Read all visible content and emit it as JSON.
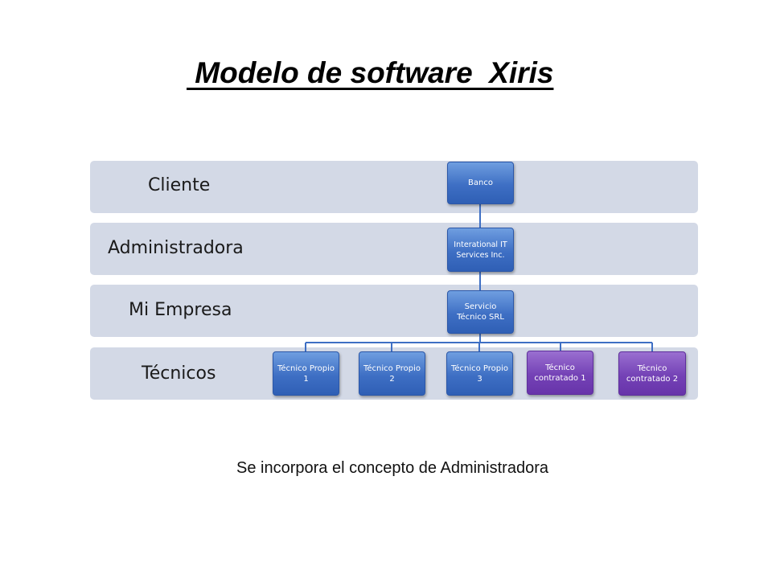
{
  "title": " Modelo de software  Xiris",
  "bands": [
    {
      "label": "Cliente"
    },
    {
      "label": "Administradora"
    },
    {
      "label": "Mi Empresa"
    },
    {
      "label": "Técnicos"
    }
  ],
  "nodes": {
    "banco": "Banco",
    "admin": "Interational IT Services Inc.",
    "empresa": "Servicio Técnico SRL",
    "tecnicos": [
      "Técnico Propio 1",
      "Técnico Propio 2",
      "Técnico Propio 3",
      "Técnico contratado 1",
      "Técnico contratado 2"
    ]
  },
  "subtitle": "Se incorpora el concepto de Administradora",
  "colors": {
    "band": "#d3d9e6",
    "blue_node": "#3e6fc4",
    "purple_node": "#7442b6",
    "connector": "#3e6fc4"
  }
}
